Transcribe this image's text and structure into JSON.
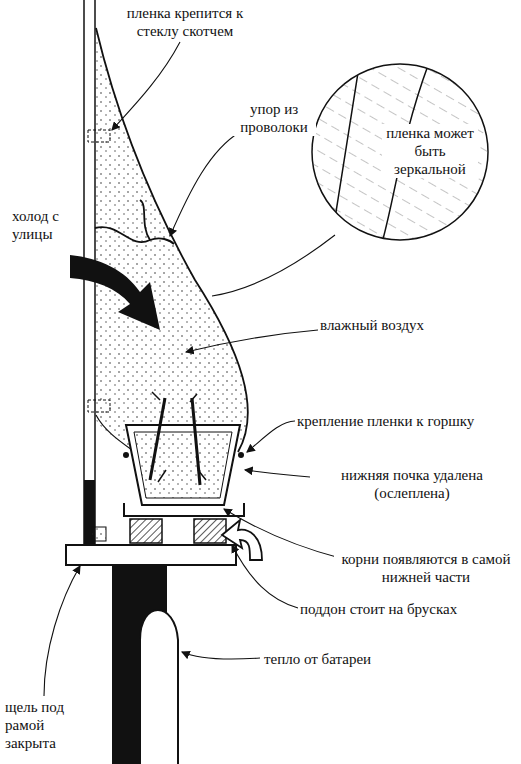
{
  "diagram": {
    "labels": [
      "пленка крепится к стеклу скотчем",
      "упор из проволоки",
      "холод с улицы",
      "пленка может быть зеркальной",
      "влажный воздух",
      "крепление пленки к горшку",
      "нижняя почка удалена (ослеплена)",
      "корни появляются в самой нижней части",
      "поддон стоит на брусках",
      "щель под рамой закрыта",
      "тепло от батареи"
    ]
  }
}
